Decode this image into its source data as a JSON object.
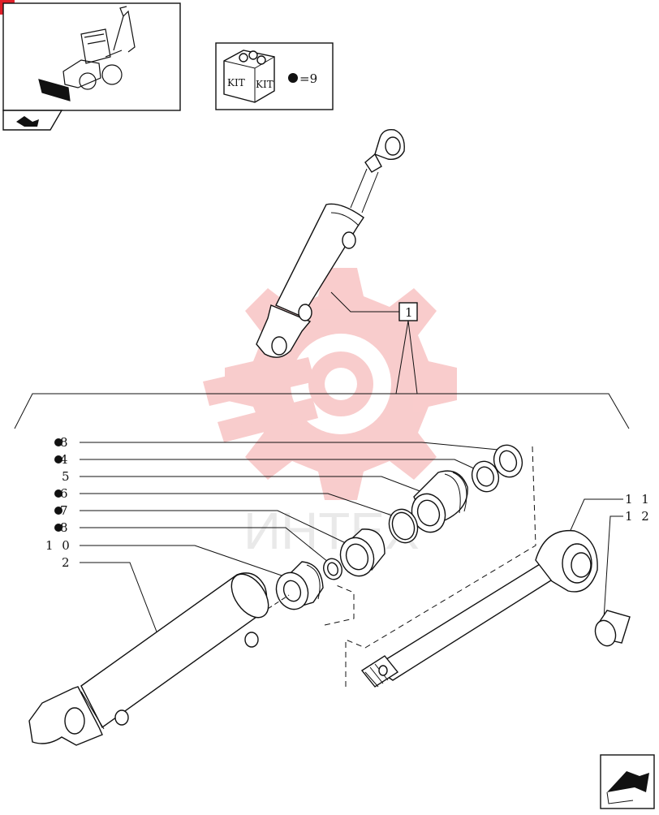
{
  "kit_box": {
    "line1": "KIT",
    "line2": "KIT",
    "equals": "=9"
  },
  "watermark": {
    "text": "ИНТЕХ"
  },
  "parent_label": "1",
  "callouts": [
    {
      "id": "c8a",
      "label": "8",
      "kit": true
    },
    {
      "id": "c4",
      "label": "4",
      "kit": true
    },
    {
      "id": "c5",
      "label": "5",
      "kit": false
    },
    {
      "id": "c6",
      "label": "6",
      "kit": true
    },
    {
      "id": "c7",
      "label": "7",
      "kit": true
    },
    {
      "id": "c8b",
      "label": "8",
      "kit": true
    },
    {
      "id": "c10",
      "label": "1 0",
      "kit": false
    },
    {
      "id": "c2",
      "label": "2",
      "kit": false
    },
    {
      "id": "c11",
      "label": "1 1",
      "kit": false
    },
    {
      "id": "c12",
      "label": "1 2",
      "kit": false
    }
  ],
  "colors": {
    "watermark": "#f4a3a3",
    "corner_badge": "#e0202a",
    "ink": "#111111"
  }
}
